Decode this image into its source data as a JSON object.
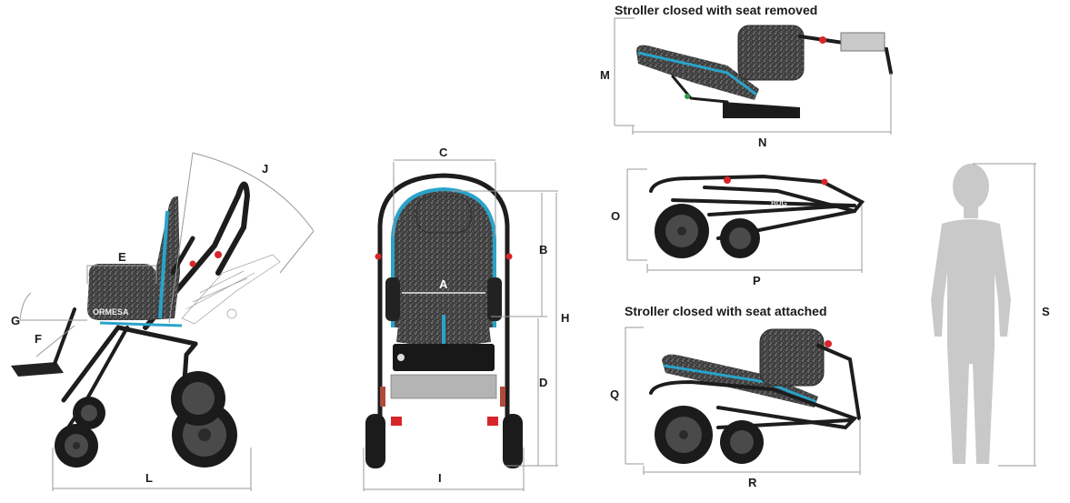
{
  "captions": {
    "closed_seat_removed": "Stroller closed with seat removed",
    "closed_seat_attached": "Stroller closed with seat attached"
  },
  "dimension_labels": {
    "A": "A",
    "B": "B",
    "C": "C",
    "D": "D",
    "E": "E",
    "F": "F",
    "G": "G",
    "H": "H",
    "I": "I",
    "J": "J",
    "L": "L",
    "M": "M",
    "N": "N",
    "O": "O",
    "P": "P",
    "Q": "Q",
    "R": "R",
    "S": "S"
  },
  "brand": {
    "seat_logo": "ORMESA",
    "frame_logo": "BUG"
  },
  "colors": {
    "accent_blue": "#2aa3c9",
    "frame_black": "#1d1d1d",
    "brake_red": "#d7262b",
    "dimension_grey": "#9a9a9a",
    "silhouette_grey": "#c9c9c9"
  },
  "views": [
    {
      "id": "side-view",
      "icon": "stroller-side-icon"
    },
    {
      "id": "front-view",
      "icon": "stroller-front-icon"
    },
    {
      "id": "closed-seat-removed-view",
      "icon": "folded-stroller-with-seat-frame-icon"
    },
    {
      "id": "closed-frame-view",
      "icon": "folded-frame-icon"
    },
    {
      "id": "closed-seat-attached-view",
      "icon": "folded-stroller-with-seat-icon"
    },
    {
      "id": "child-silhouette",
      "icon": "child-silhouette-icon"
    }
  ]
}
